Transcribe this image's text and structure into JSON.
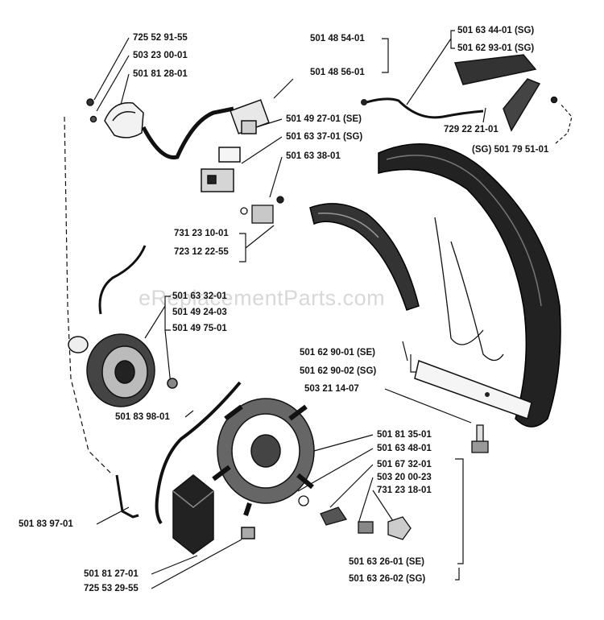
{
  "watermark": "eReplacementParts.com",
  "labels": {
    "p_725_52_91_55": "725 52 91-55",
    "p_503_23_00_01": "503 23 00-01",
    "p_501_81_28_01": "501 81 28-01",
    "p_501_48_54_01": "501 48 54-01",
    "p_501_48_56_01": "501 48 56-01",
    "p_501_49_27_01": "501 49 27-01 (SE)",
    "p_501_63_37_01": "501 63 37-01 (SG)",
    "p_501_63_38_01": "501 63 38-01",
    "p_501_63_44_01": "501 63 44-01 (SG)",
    "p_501_62_93_01": "501 62 93-01 (SG)",
    "p_729_22_21_01": "729 22 21-01",
    "p_501_79_51_01": "(SG) 501 79 51-01",
    "p_731_23_10_01": "731 23 10-01",
    "p_723_12_22_55": "723 12 22-55",
    "p_501_63_32_01": "501 63 32-01",
    "p_501_49_24_03": "501 49 24-03",
    "p_501_49_75_01": "501 49 75-01",
    "p_501_62_90_01": "501 62 90-01 (SE)",
    "p_501_62_90_02": "501 62 90-02 (SG)",
    "p_503_21_14_07": "503 21 14-07",
    "p_501_83_98_01": "501 83 98-01",
    "p_501_81_35_01": "501 81 35-01",
    "p_501_63_48_01": "501 63 48-01",
    "p_501_67_32_01": "501 67 32-01",
    "p_503_20_00_23": "503 20 00-23",
    "p_731_23_18_01": "731 23 18-01",
    "p_501_83_97_01": "501 83 97-01",
    "p_501_81_27_01": "501 81 27-01",
    "p_725_53_29_55": "725 53 29-55",
    "p_501_63_26_01": "501 63 26-01 (SE)",
    "p_501_63_26_02": "501 63 26-02 (SG)"
  }
}
